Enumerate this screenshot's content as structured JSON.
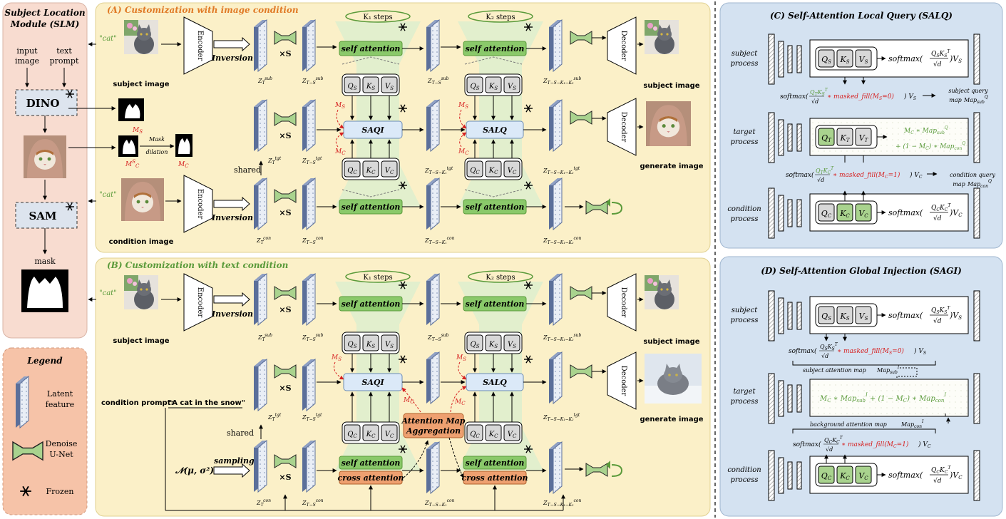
{
  "slm": {
    "title_line1": "Subject Location",
    "title_line2": "Module (SLM)",
    "input_image_line1": "input",
    "input_image_line2": "image",
    "text_prompt_line1": "text",
    "text_prompt_line2": "prompt",
    "dino": "DINO",
    "sam": "SAM",
    "mask": "mask",
    "cat_prompt": "\"cat\""
  },
  "legend": {
    "title": "Legend",
    "latent_line1": "Latent",
    "latent_line2": "feature",
    "unet_line1": "Denoise",
    "unet_line2": "U-Net",
    "frozen": "Frozen"
  },
  "panelA": {
    "title": "(A) Customization with image condition",
    "k1": "K₁ steps",
    "k2": "K₂ steps",
    "encoder": "Encoder",
    "decoder": "Decoder",
    "inversion": "Inversion",
    "times_s": "×S",
    "self_attention": "self attention",
    "saqi": "SAQI",
    "salq": "SALQ",
    "subject_image": "subject image",
    "condition_image": "condition image",
    "generate_image": "generate image",
    "shared": "shared",
    "mask_dilation_line1": "Mask",
    "mask_dilation_line2": "dilation",
    "cat_prompt": "\"cat\""
  },
  "panelB": {
    "title": "(B) Customization with text condition",
    "k1": "K₁ steps",
    "k2": "K₂ steps",
    "encoder": "Encoder",
    "decoder": "Decoder",
    "inversion": "Inversion",
    "times_s": "×S",
    "self_attention": "self attention",
    "cross_attention": "cross attention",
    "saqi": "SAQI",
    "salq": "SALQ",
    "subject_image": "subject image",
    "generate_image": "generate image",
    "shared": "shared",
    "sampling": "sampling",
    "noise": "𝒩(μ, σ²)",
    "condition_prompt_label": "condition prompt:",
    "condition_prompt_value": "\"A cat in the snow\"",
    "agg_line1": "Attention Map",
    "agg_line2": "Aggregation",
    "cat_prompt": "\"cat\""
  },
  "panelC": {
    "title": "(C) Self-Attention Local Query (SALQ)",
    "subject_process_line1": "subject",
    "subject_process_line2": "process",
    "target_process_line1": "target",
    "target_process_line2": "process",
    "condition_process_line1": "condition",
    "condition_process_line2": "process",
    "subject_query_map_line1": "subject query",
    "subject_query_map_line2": "map",
    "condition_query_map_line1": "condition query",
    "condition_query_map_line2": "map",
    "masked_fill_s": "masked_fill(M_S=0)",
    "masked_fill_c": "masked_fill(M_C=1)"
  },
  "panelD": {
    "title": "(D) Self-Attention Global Injection (SAGI)",
    "subject_process_line1": "subject",
    "subject_process_line2": "process",
    "target_process_line1": "target",
    "target_process_line2": "process",
    "condition_process_line1": "condition",
    "condition_process_line2": "process",
    "subject_attention_map": "subject attention map",
    "background_attention_map": "background attention map"
  },
  "colors": {
    "panel_yellow": "#fbf0c8",
    "panel_pink": "#f8dcd0",
    "panel_blue": "#d4e2f1",
    "attention_green": "#8ac96a",
    "saqi_blue": "#dbe9f8",
    "cross_orange": "#eea070",
    "trap_green": "#dfeecd"
  }
}
